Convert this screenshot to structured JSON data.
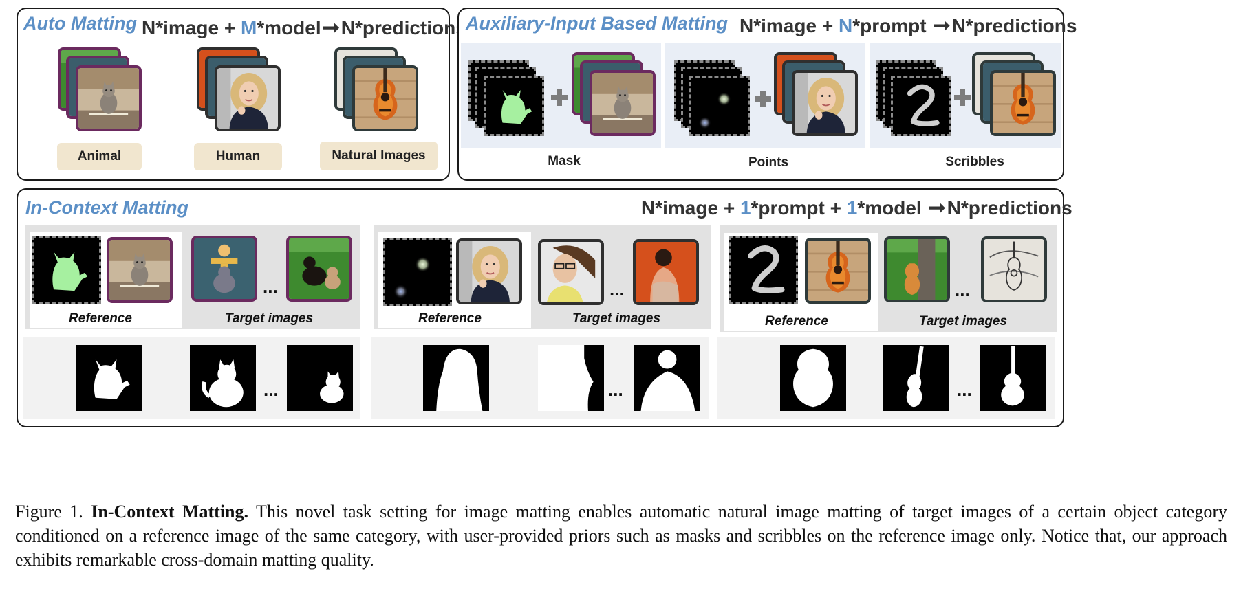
{
  "auto": {
    "title": "Auto Matting",
    "formula": {
      "p1": "N*image + ",
      "p2": "M",
      "p3": "*model",
      "p4": "N*predictions"
    },
    "categories": [
      "Animal",
      "Human",
      "Natural Images"
    ]
  },
  "aux": {
    "title": "Auxiliary-Input Based Matting",
    "formula": {
      "p1": "N*image + ",
      "p2": "N",
      "p3": "*prompt ",
      "p4": "N*predictions"
    },
    "labels": [
      "Mask",
      "Points",
      "Scribbles"
    ]
  },
  "ctx": {
    "title": "In-Context Matting",
    "formula": {
      "p1": "N*image + ",
      "p2": "1",
      "p3": "*prompt + ",
      "p4": "1",
      "p5": "*model ",
      "p6": "N*predictions"
    },
    "reference_label": "Reference",
    "target_label": "Target images",
    "ellipsis": "..."
  },
  "caption": {
    "prefix": "Figure 1. ",
    "bold": "In-Context Matting.",
    "text": " This novel task setting for image matting enables automatic natural image matting of target images of a certain object category conditioned on a reference image of the same category, with user-provided priors such as masks and scribbles on the reference image only. Notice that, our approach exhibits remarkable cross-domain matting quality."
  },
  "colors": {
    "accent": "#5b8fc6",
    "animal_border": "#6b2a5f",
    "human_border": "#2f2f2f",
    "natural_border": "#2f3a3a",
    "label_bg": "#f1e6cf",
    "aux_bg": "#e9eef6",
    "mask_green": "#a6f0a0"
  },
  "icons": [
    "cat-photo-icon",
    "woman-portrait-icon",
    "guitar-photo-icon",
    "cat-mask-icon",
    "point-prompt-icon",
    "scribble-icon",
    "plus-icon",
    "arrow-icon"
  ]
}
